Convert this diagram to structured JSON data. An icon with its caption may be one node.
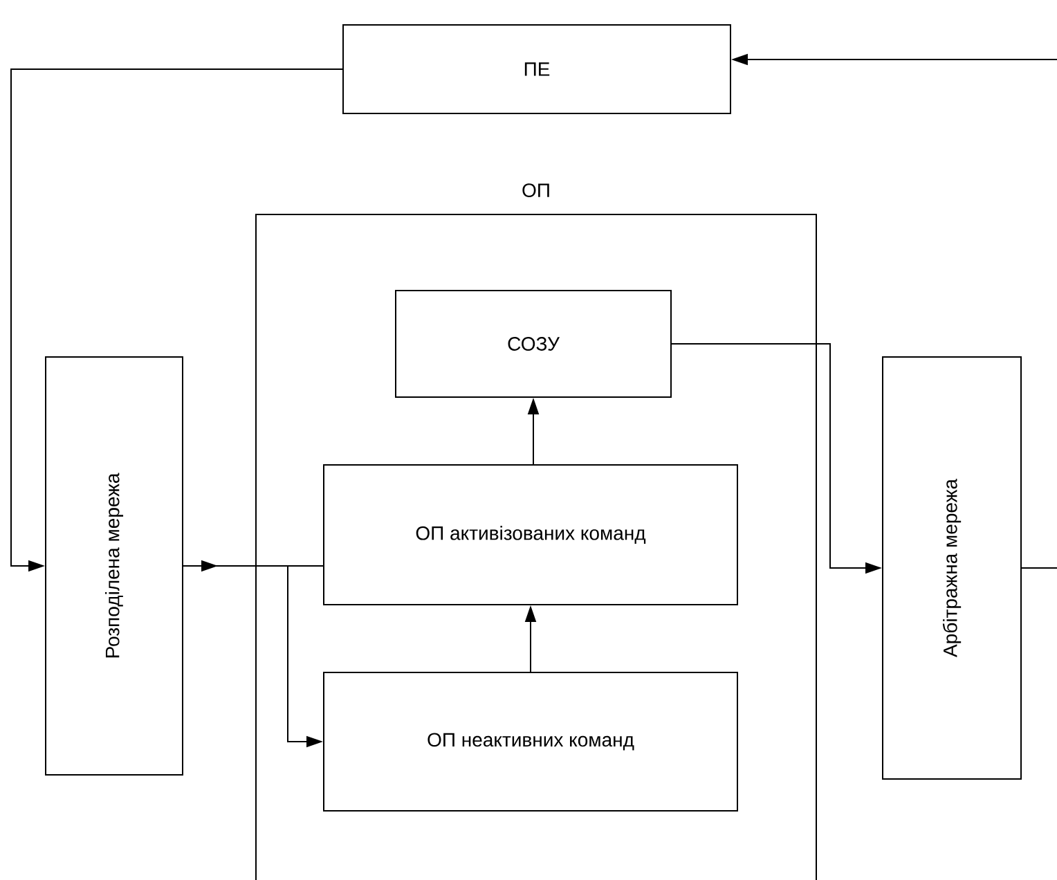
{
  "diagram": {
    "nodes": [
      {
        "text": [
          "ПЕ"
        ]
      },
      {
        "text": [
          "ОП"
        ]
      },
      {
        "text": [
          "СОЗУ"
        ],
        "in": 1
      },
      {
        "text": [
          "ОП активізованих команд"
        ],
        "in": 1
      },
      {
        "text": [
          "ОП неактивних команд"
        ],
        "in": 1
      },
      {
        "text": [
          "Розподілена мережа"
        ]
      },
      {
        "text": [
          "Арбітражна мережа"
        ]
      }
    ],
    "edges": [
      {
        "from": null,
        "to": 0,
        "arrow": "to"
      },
      {
        "from": 0,
        "to": 5,
        "arrow": "to"
      },
      {
        "from": 5,
        "to": 3,
        "arrow": "to"
      },
      {
        "from": 5,
        "to": 4,
        "arrow": "to"
      },
      {
        "from": 4,
        "to": 3,
        "arrow": "to"
      },
      {
        "from": 3,
        "to": 2,
        "arrow": "to"
      },
      {
        "from": 2,
        "to": 6,
        "arrow": "to"
      },
      {
        "from": 6,
        "to": null,
        "arrow": "none"
      }
    ]
  }
}
